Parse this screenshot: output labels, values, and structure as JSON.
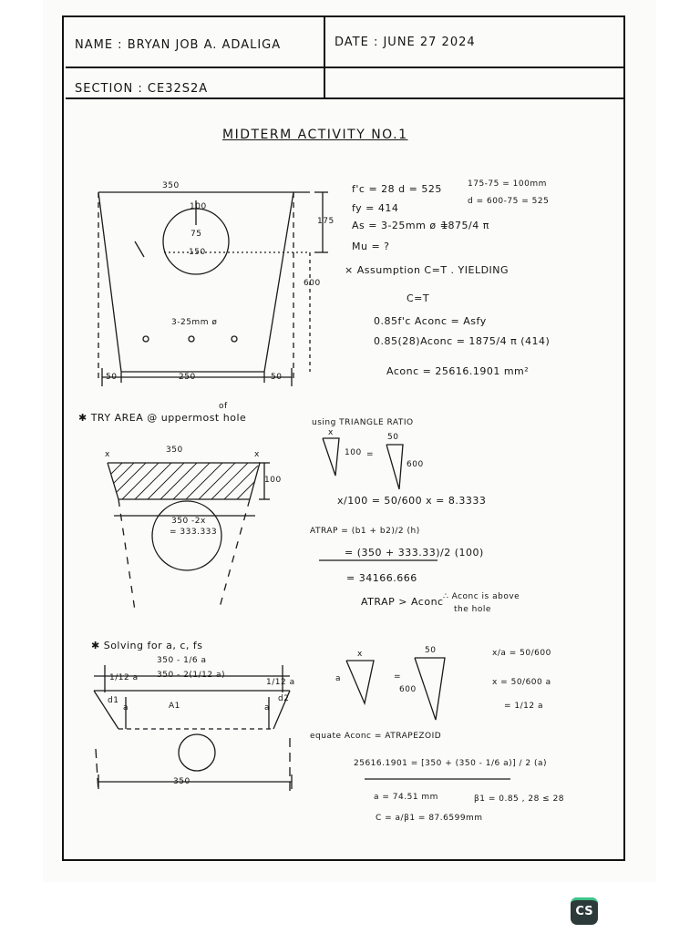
{
  "header": {
    "name": "NAME : BRYAN JOB A. ADALIGA",
    "date": "DATE : JUNE 27 2024",
    "section": "SECTION : CE32S2A"
  },
  "title": "MIDTERM ACTIVITY NO.1",
  "figure1": {
    "top_width": "350",
    "d_top": "100",
    "d_75": "75",
    "d_150": "150",
    "d_175": "175",
    "d_600": "600",
    "bars": "3-25mm ø",
    "bot_left": "50",
    "bot_mid": "250",
    "bot_right": "50"
  },
  "given": {
    "fc_d": "f'c = 28   d = 525",
    "fy": "fy = 414",
    "as": "As = 3-25mm ø =",
    "as_frac": "1875/4 π",
    "mu": "Mu = ?",
    "d_calc1": "175-75 = 100mm",
    "d_calc2": "d = 600-75 = 525"
  },
  "assumption": {
    "label": "× Assumption    C=T . YIELDING",
    "ct": "C=T",
    "eq1": "0.85f'c Aconc = Asfy",
    "eq2": "0.85(28)Aconc = 1875/4 π (414)",
    "result": "Aconc = 25616.1901 mm²"
  },
  "try_area": {
    "label": "✱ TRY AREA @ uppermost hole",
    "of": "of",
    "top_width": "350",
    "x_left": "x",
    "x_right": "x",
    "depth": "100",
    "width_expr": "350 -2x",
    "width_val": "= 333.333"
  },
  "triangle_ratio": {
    "label": "using TRIANGLE RATIO",
    "x_top": "x",
    "h1": "100",
    "eq": "=",
    "top2": "50",
    "h2": "600",
    "ratio": "x/100 = 50/600     x = 8.3333",
    "atrap": "ATRAP = (b1 + b2)/2 (h)",
    "sub": "= (350 + 333.33)/2 (100)",
    "val": "= 34166.666",
    "compare": "ATRAP > Aconc",
    "note1": "∴ Aconc is above",
    "note2": "the hole"
  },
  "solving": {
    "label": "✱ Solving for a, c, fs",
    "top_expr": "350 - 1/6 a",
    "mid_expr": "350 - 2(1/12 a)",
    "left_a": "1/12 a",
    "right_a": "1/12 a",
    "d1": "d1",
    "d2": "d2",
    "a_left": "a",
    "a_right": "a",
    "a1": "A1",
    "bottom": "350",
    "tri_x": "x",
    "tri_a": "a",
    "tri_eq": "=",
    "tri_50": "50",
    "tri_600": "600",
    "r1": "x/a = 50/600",
    "r2": "x = 50/600 a",
    "r3": "= 1/12 a",
    "equate": "equate   Aconc = ATRAPEZOID",
    "eq": "25616.1901 = [350 + (350 - 1/6 a)] / 2  (a)",
    "a_val": "a = 74.51 mm",
    "beta": "β1 = 0.85 , 28 ≤ 28",
    "c_val": "C = a/β1 = 87.6599mm"
  },
  "watermark": "CS"
}
